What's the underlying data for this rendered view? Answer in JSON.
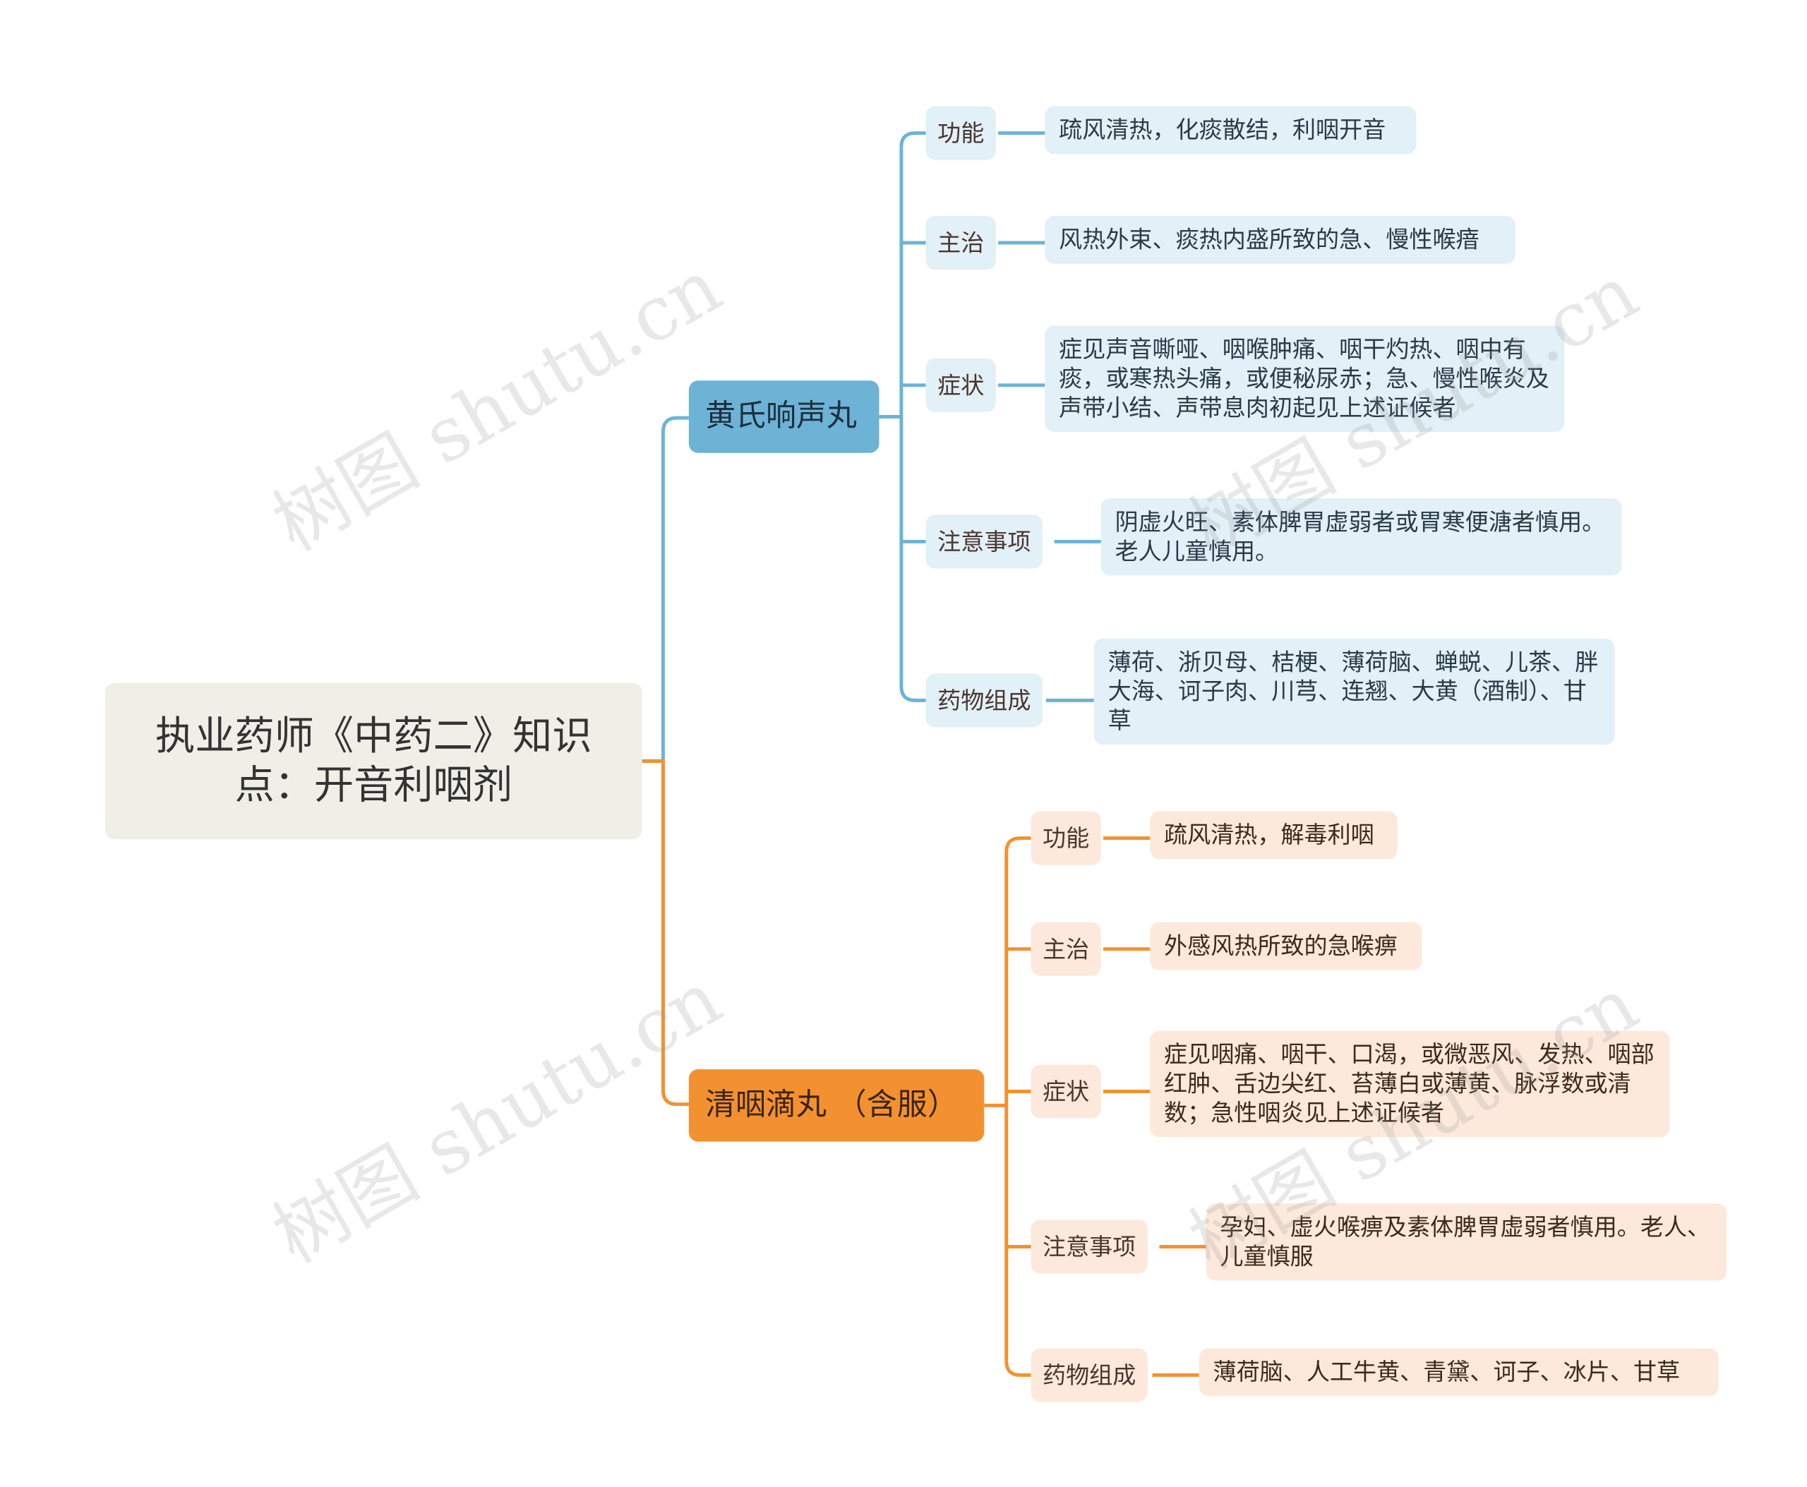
{
  "title": "执业药师《中药二》知识点：开音利咽剂",
  "branches": [
    {
      "name": "黄氏响声丸",
      "items": [
        {
          "label": "功能",
          "text": "疏风清热，化痰散结，利咽开音"
        },
        {
          "label": "主治",
          "text": "风热外束、痰热内盛所致的急、慢性喉瘖"
        },
        {
          "label": "症状",
          "text": "症见声音嘶哑、咽喉肿痛、咽干灼热、咽中有痰，或寒热头痛，或便秘尿赤；急、慢性喉炎及声带小结、声带息肉初起见上述证候者"
        },
        {
          "label": "注意事项",
          "text": "阴虚火旺、素体脾胃虚弱者或胃寒便溏者慎用。老人儿童慎用。"
        },
        {
          "label": "药物组成",
          "text": "薄荷、浙贝母、桔梗、薄荷脑、蝉蜕、儿茶、胖大海、诃子肉、川芎、连翘、大黄（酒制）、甘草"
        }
      ]
    },
    {
      "name": "清咽滴丸  （含服）",
      "items": [
        {
          "label": "功能",
          "text": "疏风清热，解毒利咽"
        },
        {
          "label": "主治",
          "text": "外感风热所致的急喉痹"
        },
        {
          "label": "症状",
          "text": "症见咽痛、咽干、口渴，或微恶风、发热、咽部红肿、舌边尖红、苔薄白或薄黄、脉浮数或清数；急性咽炎见上述证候者"
        },
        {
          "label": "注意事项",
          "text": "孕妇、虚火喉痹及素体脾胃虚弱者慎用。老人、儿童慎服"
        },
        {
          "label": "药物组成",
          "text": "薄荷脑、人工牛黄、青黛、诃子、冰片、甘草"
        }
      ]
    }
  ],
  "watermark": "树图 shutu.cn",
  "colors": {
    "blue": "#6cb3d6",
    "orange": "#f39130"
  }
}
